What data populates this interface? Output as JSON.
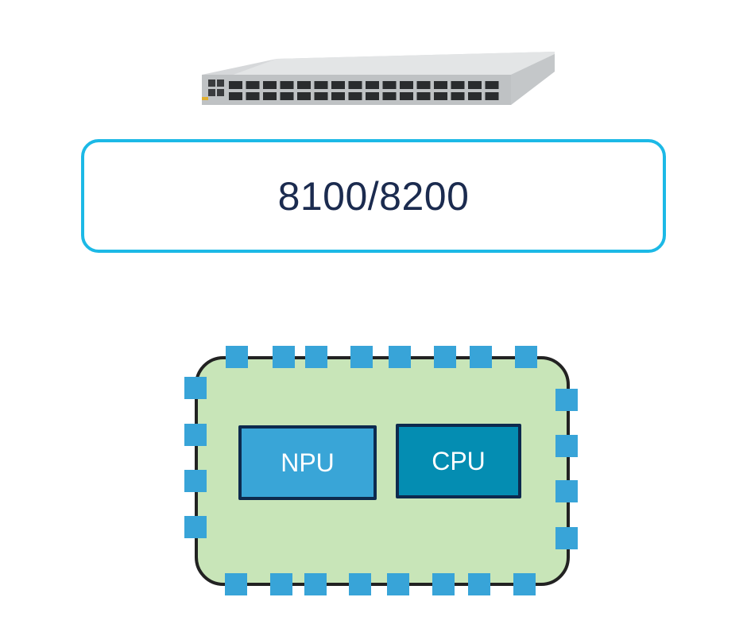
{
  "model_label": "8100/8200",
  "chassis": {
    "chips": [
      {
        "label": "NPU",
        "color": "#39a5d7"
      },
      {
        "label": "CPU",
        "color": "#048db2"
      }
    ],
    "port_color": "#38a4d8",
    "fill_color": "#c8e5b8"
  },
  "colors": {
    "label_border": "#1cb9e6",
    "label_text": "#1b2b4f"
  }
}
